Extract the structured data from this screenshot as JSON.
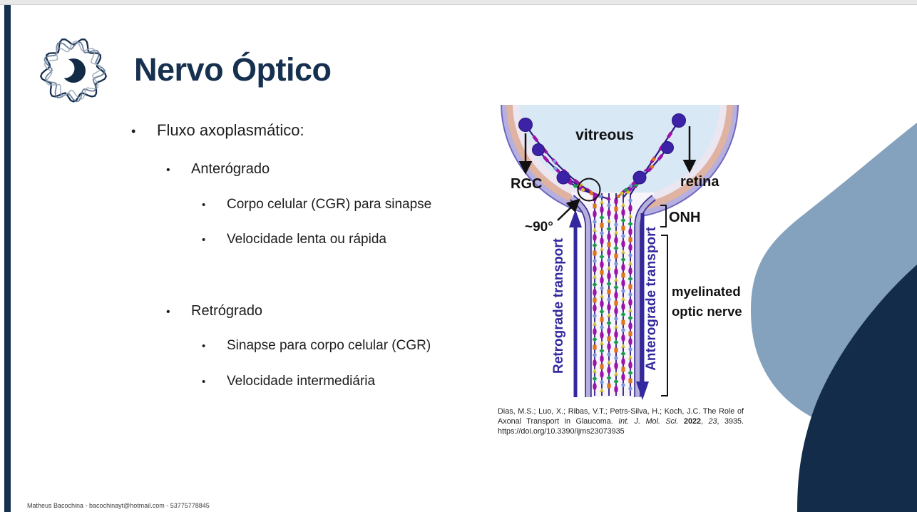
{
  "slide": {
    "title": "Nervo Óptico",
    "footer": "Matheus Bacochina - bacochinayt@hotmail.com - 53775778845",
    "bullet_marker": "•"
  },
  "colors": {
    "accent_navy": "#16304f",
    "shape_light_blue": "#84a1bd",
    "shape_dark_navy": "#122c49",
    "transport_purple": "#34289e",
    "vitreous_blue": "#d9e8f5",
    "rim_lavender": "#b5b0df",
    "rim_salmon": "#dfb2a2",
    "rim_pale": "#ebe6ef",
    "soma_indigo": "#3b22a6",
    "axon_indigo": "#2d1b7e",
    "cargo_magenta": "#9b13a8",
    "cargo_orange": "#e0761c",
    "cargo_yellow": "#d2c034",
    "cargo_blue": "#7d99dc",
    "cargo_green": "#1d9a50"
  },
  "bullets": [
    {
      "level": 1,
      "text": "Fluxo axoplasmático:"
    },
    {
      "level": 2,
      "text": "Anterógrado"
    },
    {
      "level": 3,
      "text": "Corpo celular (CGR) para sinapse"
    },
    {
      "level": 3,
      "text": "Velocidade lenta ou rápida"
    },
    {
      "level": 2,
      "text": "Retrógrado"
    },
    {
      "level": 3,
      "text": "Sinapse para corpo celular (CGR)"
    },
    {
      "level": 3,
      "text": "Velocidade intermediária"
    }
  ],
  "diagram": {
    "labels": {
      "vitreous": "vitreous",
      "rgc": "RGC",
      "retina": "retina",
      "angle": "~90°",
      "onh": "ONH",
      "myelinated_1": "myelinated",
      "myelinated_2": "optic nerve",
      "retrograde": "Retrograde transport",
      "anterograde": "Anterograde transport"
    },
    "citation": {
      "line1": "Dias, M.S.; Luo, X.; Ribas, V.T.; Petrs-Silva, H.; Koch, J.C. The Role of",
      "line2_pre": "Axonal Transport in Glaucoma. ",
      "line2_journal": "Int. J. Mol. Sci.",
      "line2_sep1": " ",
      "line2_year": "2022",
      "line2_sep2": ", ",
      "line2_volume": "23",
      "line2_end": ", 3935.",
      "line3": "https://doi.org/10.3390/ijms23073935"
    }
  }
}
